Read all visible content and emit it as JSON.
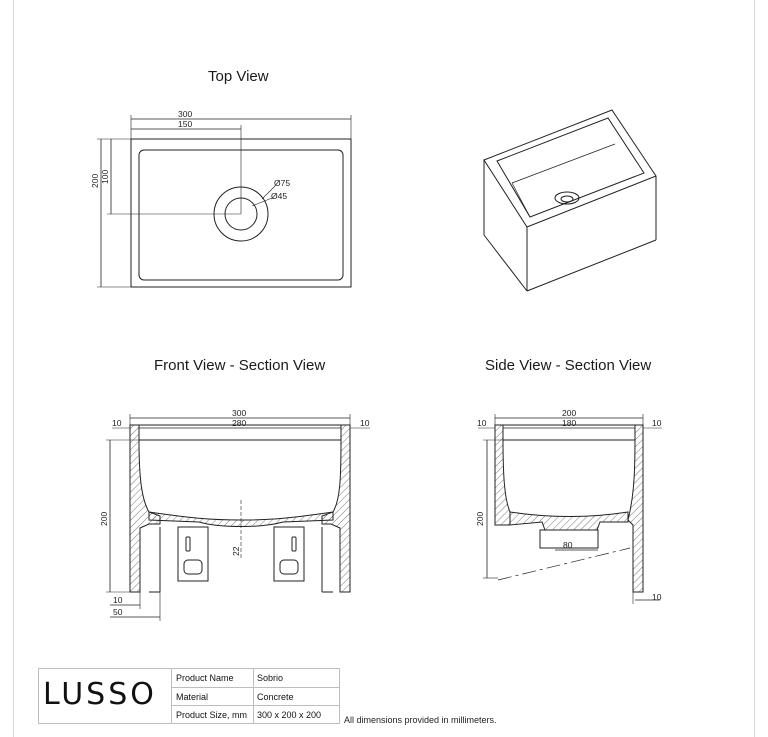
{
  "views": {
    "top": {
      "title": "Top View",
      "width_outer": "300",
      "width_half": "150",
      "depth_outer": "200",
      "depth_half": "100",
      "drain_outer": "Ø75",
      "drain_inner": "Ø45"
    },
    "front": {
      "title": "Front View - Section View",
      "width_outer": "300",
      "width_inner": "280",
      "wall_left": "10",
      "wall_right": "10",
      "height": "200",
      "base_wall": "10",
      "foot": "50",
      "drain_depth": "22"
    },
    "side": {
      "title": "Side View - Section View",
      "width_outer": "200",
      "width_inner": "180",
      "wall_left": "10",
      "wall_right": "10",
      "height": "200",
      "drain_offset": "80",
      "base_wall": "10"
    }
  },
  "title_block": {
    "logo": "LUSSO",
    "rows": [
      {
        "label": "Product Name",
        "value": "Sobrio"
      },
      {
        "label": "Material",
        "value": "Concrete"
      },
      {
        "label": "Product Size, mm",
        "value": "300 x 200 x 200"
      }
    ]
  },
  "footnote": "All dimensions provided in millimeters."
}
